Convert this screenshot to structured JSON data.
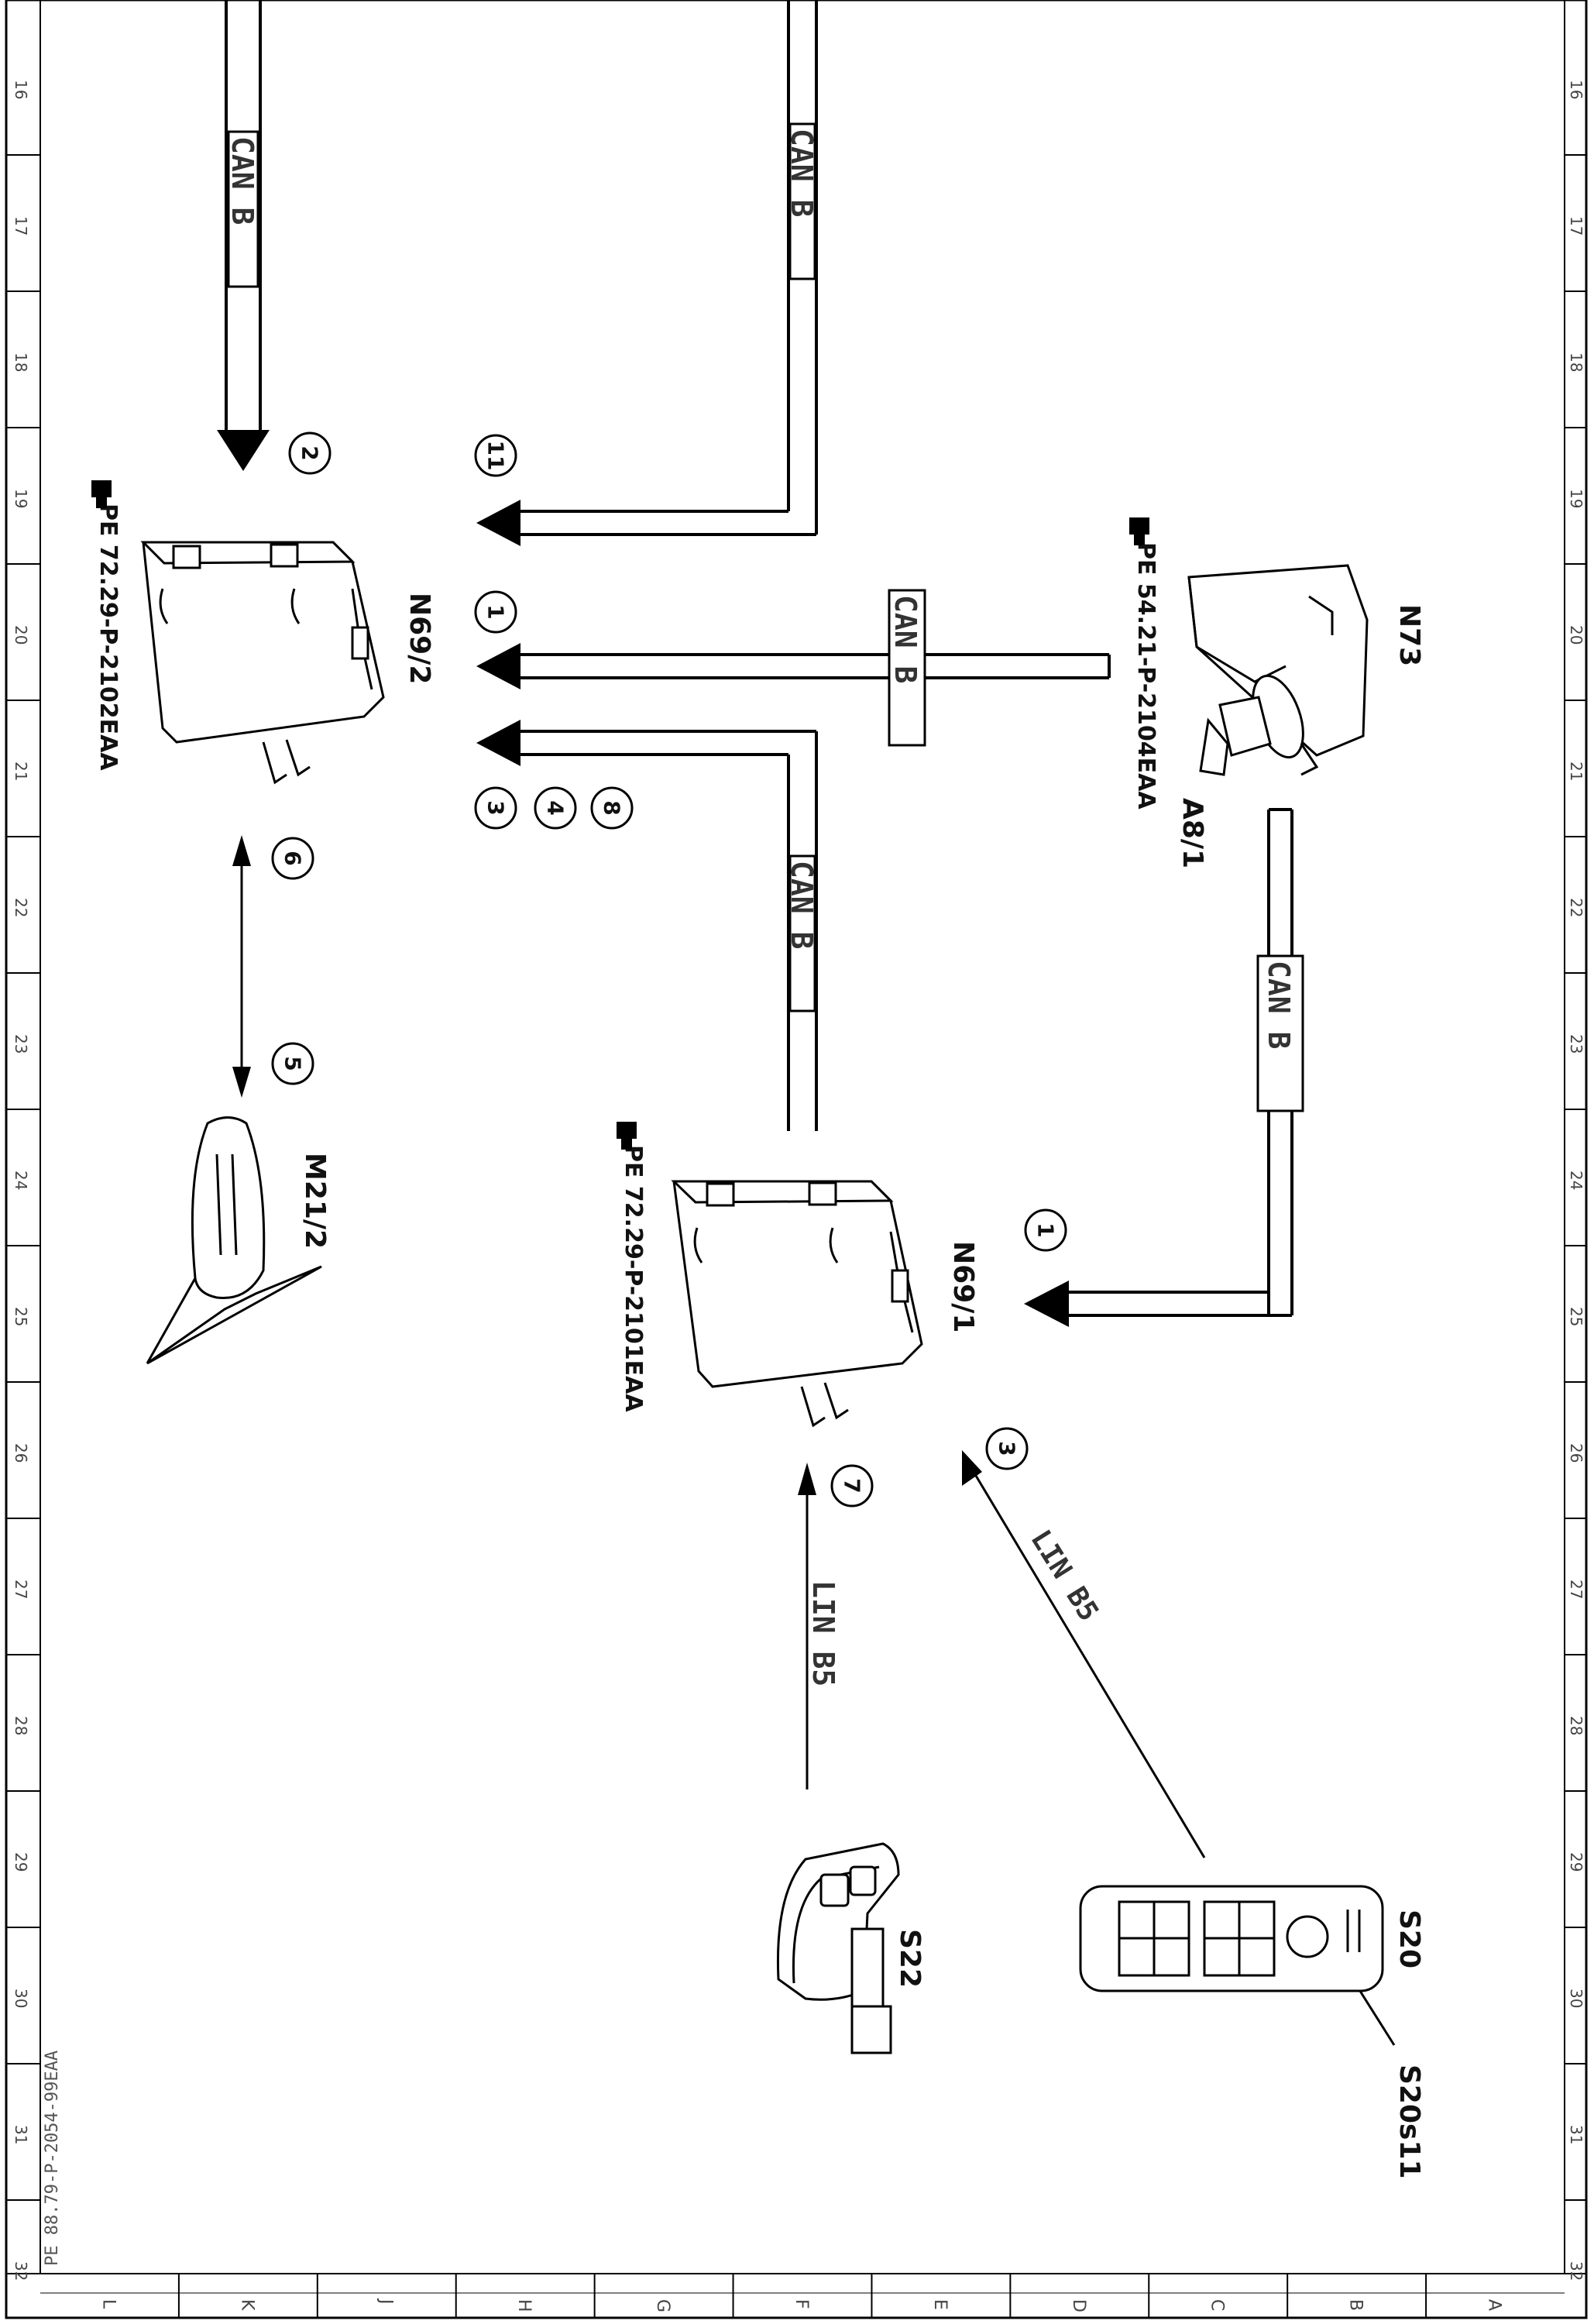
{
  "row_ticks": [
    "16",
    "17",
    "18",
    "19",
    "20",
    "21",
    "22",
    "23",
    "24",
    "25",
    "26",
    "27",
    "28",
    "29",
    "30",
    "31",
    "32"
  ],
  "col_ticks": [
    "L",
    "K",
    "J",
    "H",
    "G",
    "F",
    "E",
    "D",
    "C",
    "B",
    "A"
  ],
  "doc_ref": "PE 88.79-P-2054-99EAA",
  "components": {
    "n69_2": "N69/2",
    "n69_1": "N69/1",
    "n73": "N73",
    "a8_1": "A8/1",
    "m21_2": "M21/2",
    "s22": "S22",
    "s20": "S20",
    "s20s11": "S20s11"
  },
  "refs": {
    "n69_2": "PE 72.29-P-2102EAA",
    "n73": "PE 54.21-P-2104EAA",
    "n69_1": "PE 72.29-P-2101EAA"
  },
  "buses": {
    "can_b": "CAN B",
    "lin_b5": "LIN B5"
  },
  "signals": [
    "2",
    "11",
    "1",
    "3",
    "4",
    "8",
    "6",
    "5",
    "1",
    "3",
    "7"
  ]
}
